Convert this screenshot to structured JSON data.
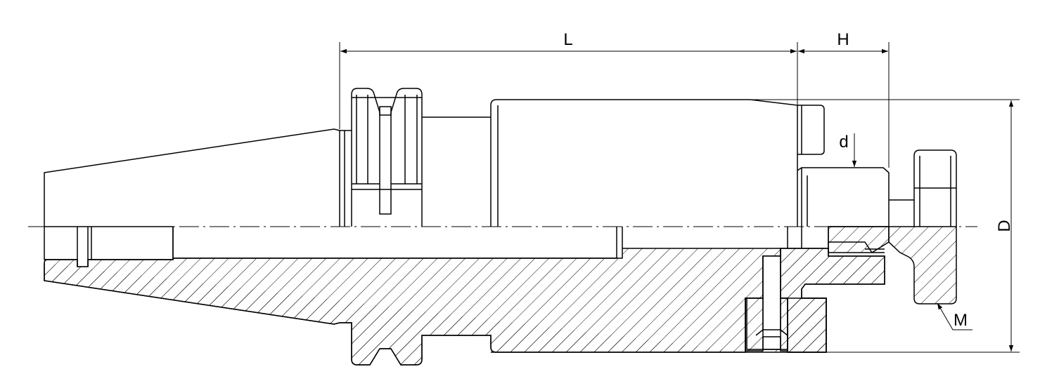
{
  "drawing": {
    "line_color": "#000000",
    "background": "#ffffff",
    "dimension_labels": {
      "L": "L",
      "H": "H",
      "d": "d",
      "D": "D",
      "M": "M"
    }
  }
}
